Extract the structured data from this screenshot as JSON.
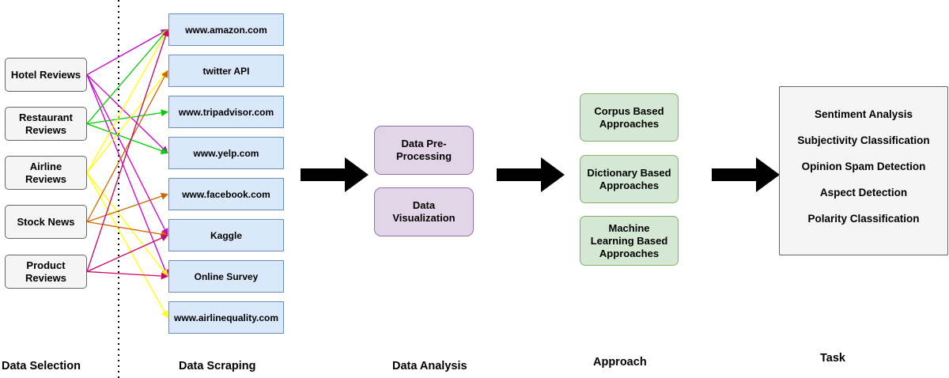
{
  "sources": [
    "Hotel Reviews",
    "Restaurant\nReviews",
    "Airline\nReviews",
    "Stock News",
    "Product\nReviews"
  ],
  "sites": [
    "www.amazon.com",
    "twitter API",
    "www.tripadvisor.com",
    "www.yelp.com",
    "www.facebook.com",
    "Kaggle",
    "Online Survey",
    "www.airlinequality.com"
  ],
  "analysis": [
    "Data Pre-\nProcessing",
    "Data\nVisualization"
  ],
  "approaches": [
    "Corpus Based\nApproaches",
    "Dictionary Based\nApproaches",
    "Machine\nLearning Based\nApproaches"
  ],
  "tasks": [
    "Sentiment Analysis",
    "Subjectivity Classification",
    "Opinion Spam Detection",
    "Aspect Detection",
    "Polarity Classification"
  ],
  "stages": {
    "data_selection": "Data Selection",
    "data_scraping": "Data Scraping",
    "data_analysis": "Data Analysis",
    "approach": "Approach",
    "task": "Task"
  },
  "colors": {
    "hotel": "#cc00cc",
    "restaurant": "#00cc00",
    "airline": "#ffff00",
    "stock": "#cc6600",
    "product": "#cc0066"
  },
  "connections": [
    {
      "from": 0,
      "to": [
        0,
        3,
        5,
        6
      ],
      "color_key": "hotel"
    },
    {
      "from": 1,
      "to": [
        0,
        2,
        3
      ],
      "color_key": "restaurant"
    },
    {
      "from": 2,
      "to": [
        0,
        1,
        6,
        7
      ],
      "color_key": "airline"
    },
    {
      "from": 3,
      "to": [
        1,
        4,
        5
      ],
      "color_key": "stock"
    },
    {
      "from": 4,
      "to": [
        0,
        5,
        6
      ],
      "color_key": "product"
    }
  ]
}
